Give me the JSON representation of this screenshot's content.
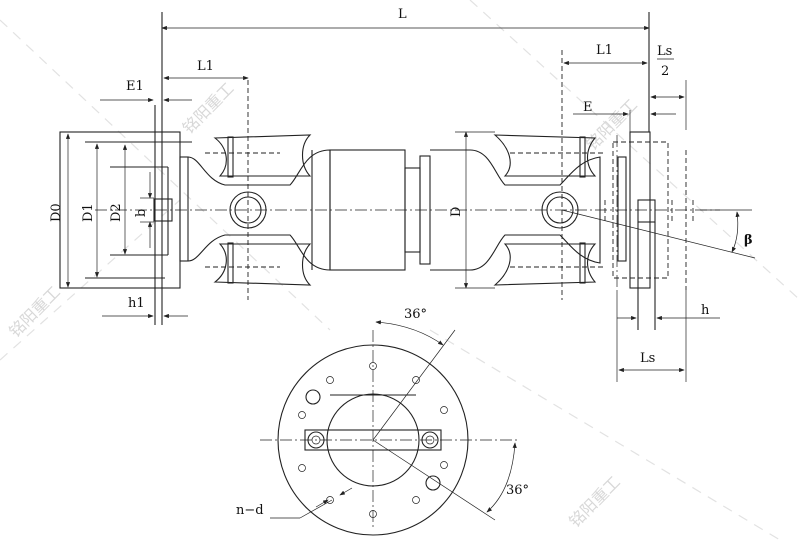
{
  "labels": {
    "L": "L",
    "L1_left": "L1",
    "L1_right": "L1",
    "E1": "E1",
    "E": "E",
    "Ls_half_num": "Ls",
    "Ls_half_den": "2",
    "D0": "D0",
    "D1": "D1",
    "D2": "D2",
    "b": "b",
    "D": "D",
    "beta": "β",
    "h1": "h1",
    "h": "h",
    "Ls": "Ls",
    "angle_top": "36°",
    "angle_bottom": "36°",
    "n_d": "n−d"
  },
  "watermark": "铭阳重工"
}
